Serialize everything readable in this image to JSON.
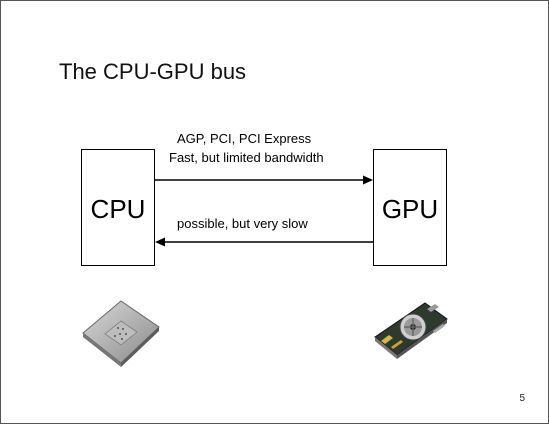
{
  "slide": {
    "title": "The CPU-GPU bus",
    "page_number": "5"
  },
  "diagram": {
    "left_box": "CPU",
    "right_box": "GPU",
    "top_arrow": {
      "direction": "CPU to GPU",
      "line1": "AGP, PCI, PCI Express",
      "line2": "Fast, but limited bandwidth"
    },
    "bottom_arrow": {
      "direction": "GPU to CPU",
      "label": "possible, but very slow"
    }
  },
  "images": {
    "left": "cpu-chip-icon",
    "right": "graphics-card-icon"
  }
}
